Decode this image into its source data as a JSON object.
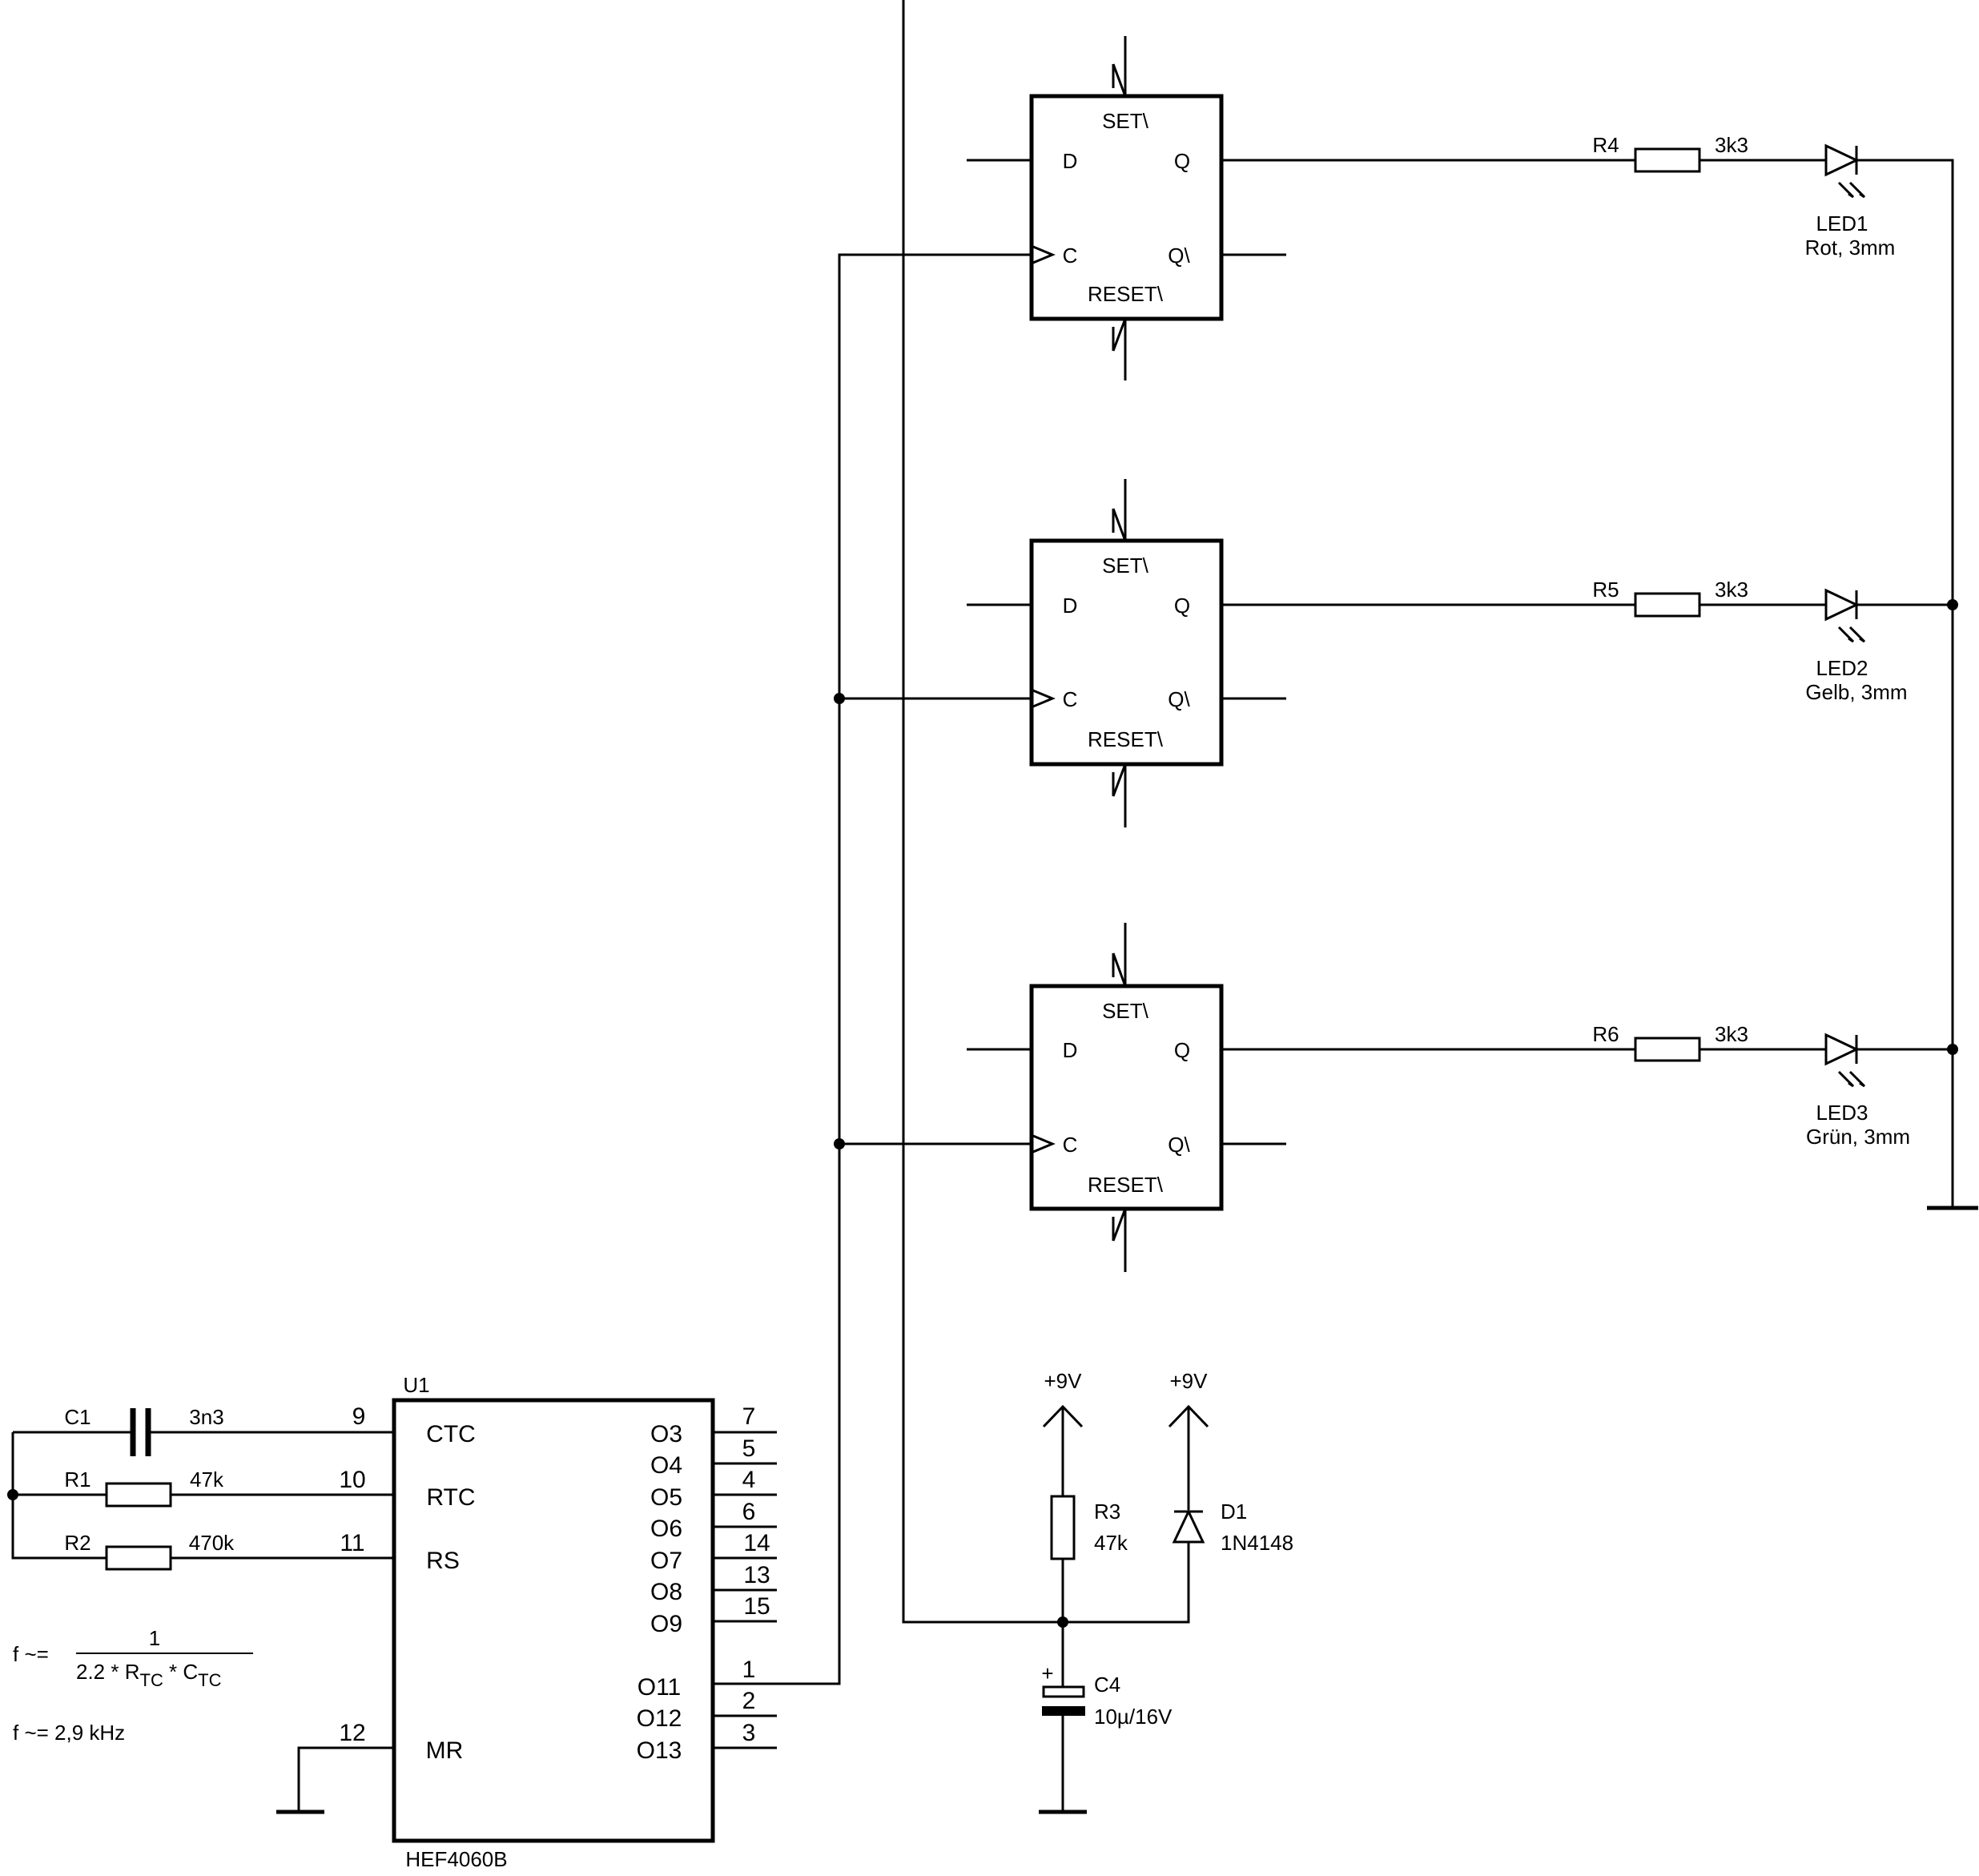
{
  "colors": {
    "background": "#ffffff",
    "ink": "#000000"
  },
  "flipflops": [
    {
      "set": "SET\\",
      "reset": "RESET\\",
      "d": "D",
      "q": "Q",
      "c": "C",
      "qn": "Q\\"
    },
    {
      "set": "SET\\",
      "reset": "RESET\\",
      "d": "D",
      "q": "Q",
      "c": "C",
      "qn": "Q\\"
    },
    {
      "set": "SET\\",
      "reset": "RESET\\",
      "d": "D",
      "q": "Q",
      "c": "C",
      "qn": "Q\\"
    }
  ],
  "resistors_out": [
    {
      "ref": "R4",
      "value": "3k3"
    },
    {
      "ref": "R5",
      "value": "3k3"
    },
    {
      "ref": "R6",
      "value": "3k3"
    }
  ],
  "leds": [
    {
      "ref": "LED1",
      "desc": "Rot, 3mm"
    },
    {
      "ref": "LED2",
      "desc": "Gelb, 3mm"
    },
    {
      "ref": "LED3",
      "desc": "Grün, 3mm"
    }
  ],
  "timing": {
    "c1": {
      "ref": "C1",
      "value": "3n3"
    },
    "r1": {
      "ref": "R1",
      "value": "47k"
    },
    "r2": {
      "ref": "R2",
      "value": "470k"
    }
  },
  "ic": {
    "ref": "U1",
    "part": "HEF4060B",
    "left_pins": [
      {
        "num": "9",
        "name": "CTC"
      },
      {
        "num": "10",
        "name": "RTC"
      },
      {
        "num": "11",
        "name": "RS"
      },
      {
        "num": "12",
        "name": "MR"
      }
    ],
    "right_pins": [
      {
        "num": "7",
        "name": "O3"
      },
      {
        "num": "5",
        "name": "O4"
      },
      {
        "num": "4",
        "name": "O5"
      },
      {
        "num": "6",
        "name": "O6"
      },
      {
        "num": "14",
        "name": "O7"
      },
      {
        "num": "13",
        "name": "O8"
      },
      {
        "num": "15",
        "name": "O9"
      },
      {
        "num": "1",
        "name": "O11"
      },
      {
        "num": "2",
        "name": "O12"
      },
      {
        "num": "3",
        "name": "O13"
      }
    ]
  },
  "formula": {
    "lhs": "f ~=",
    "numerator": "1",
    "denom_a": "2.2 * R",
    "denom_a_sub": "TC",
    "denom_b": " * C",
    "denom_b_sub": "TC",
    "result": "f ~= 2,9 kHz"
  },
  "power": {
    "rail1": "+9V",
    "rail2": "+9V",
    "r3": {
      "ref": "R3",
      "value": "47k"
    },
    "d1": {
      "ref": "D1",
      "value": "1N4148"
    },
    "c4": {
      "ref": "C4",
      "value": "10µ/16V",
      "plus": "+"
    }
  }
}
